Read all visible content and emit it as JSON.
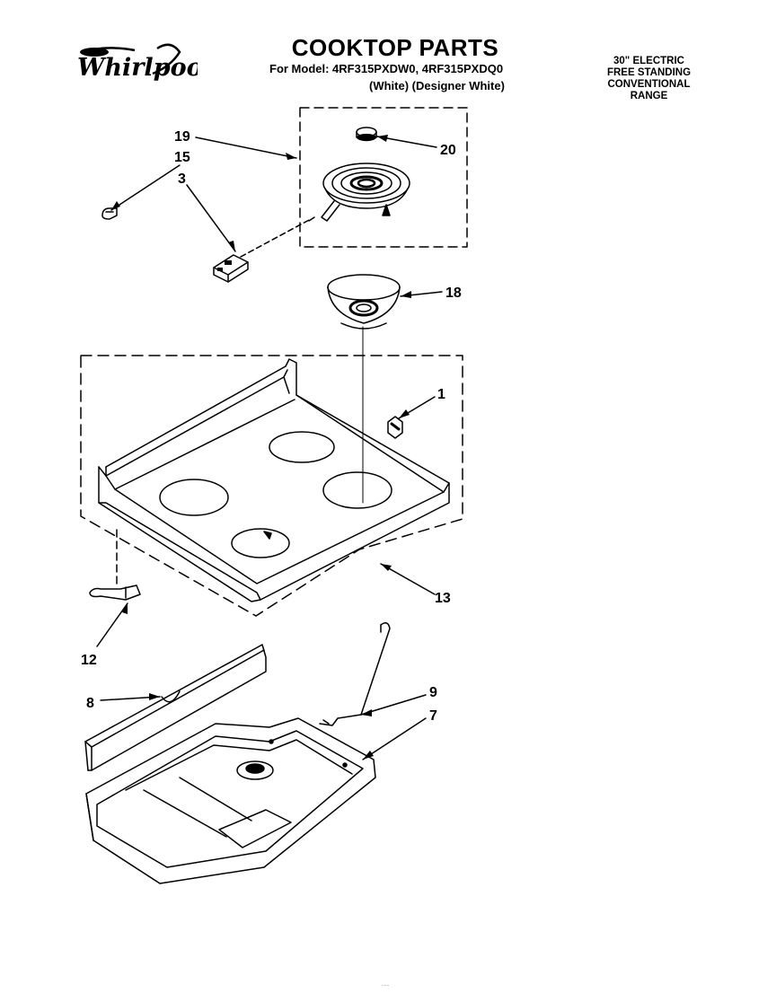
{
  "brand": {
    "name": "Whirlpool"
  },
  "header": {
    "title": "COOKTOP PARTS",
    "model_line": "For Model: 4RF315PXDW0, 4RF315PXDQ0",
    "model_colors": "(White)  (Designer White)"
  },
  "spec": {
    "lines": [
      "30\" ELECTRIC",
      "FREE  STANDING",
      "CONVENTIONAL",
      "RANGE"
    ]
  },
  "callouts": {
    "c19": "19",
    "c15": "15",
    "c3": "3",
    "c20": "20",
    "c18": "18",
    "c1": "1",
    "c13": "13",
    "c12": "12",
    "c8": "8",
    "c9": "9",
    "c7": "7"
  },
  "footer": {
    "code": "......"
  }
}
